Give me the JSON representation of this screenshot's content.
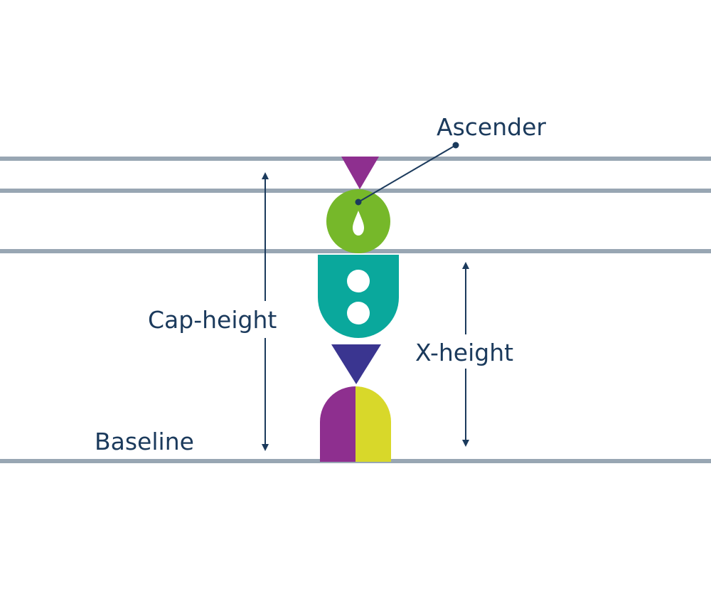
{
  "labels": {
    "ascender": "Ascender",
    "cap_height": "Cap-height",
    "x_height": "X-height",
    "baseline": "Baseline"
  },
  "colors": {
    "guide_line": "#98a6b3",
    "label_text": "#1b3a5c",
    "purple": "#8e2f8f",
    "green": "#76b82a",
    "teal": "#0aa89c",
    "navy": "#3a3590",
    "yellow": "#d8d82a",
    "white": "#ffffff"
  }
}
